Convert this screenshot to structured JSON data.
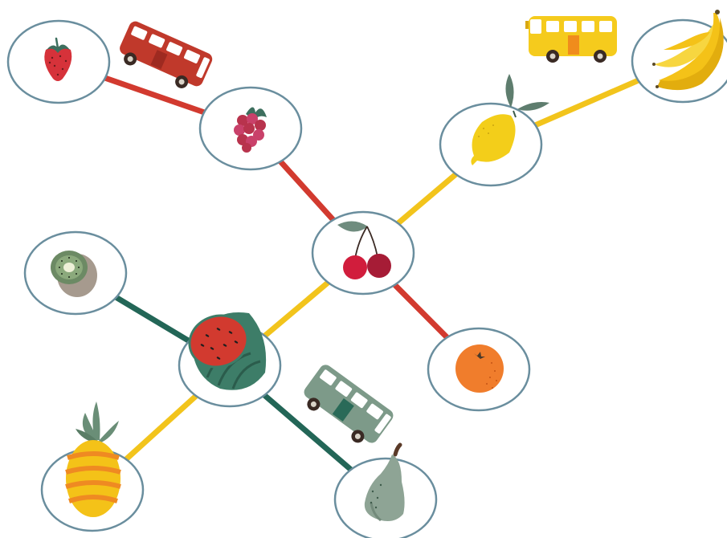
{
  "colors": {
    "red_line": "#d23a2f",
    "yellow_line": "#f2c41c",
    "green_line": "#236657",
    "station_stroke": "#6a8e9e",
    "station_fill": "#ffffff"
  },
  "lines": [
    {
      "id": "red-line",
      "color": "red",
      "stops": [
        "strawberry",
        "raspberry",
        "cherry",
        "orange"
      ]
    },
    {
      "id": "yellow-line",
      "color": "yellow",
      "stops": [
        "pineapple",
        "watermelon",
        "cherry",
        "lemon",
        "banana"
      ]
    },
    {
      "id": "green-line",
      "color": "green",
      "stops": [
        "kiwi",
        "watermelon",
        "pear"
      ]
    }
  ],
  "stations": [
    {
      "id": "strawberry",
      "icon": "strawberry-icon"
    },
    {
      "id": "raspberry",
      "icon": "raspberry-icon"
    },
    {
      "id": "cherry",
      "icon": "cherry-icon"
    },
    {
      "id": "orange",
      "icon": "orange-icon"
    },
    {
      "id": "lemon",
      "icon": "lemon-icon"
    },
    {
      "id": "banana",
      "icon": "banana-icon"
    },
    {
      "id": "kiwi",
      "icon": "kiwi-icon"
    },
    {
      "id": "watermelon",
      "icon": "watermelon-icon"
    },
    {
      "id": "pineapple",
      "icon": "pineapple-icon"
    },
    {
      "id": "pear",
      "icon": "pear-icon"
    }
  ],
  "buses": [
    {
      "id": "red-bus",
      "line": "red",
      "icon": "bus-icon"
    },
    {
      "id": "yellow-bus",
      "line": "yellow",
      "icon": "bus-icon"
    },
    {
      "id": "green-bus",
      "line": "green",
      "icon": "bus-icon"
    }
  ]
}
